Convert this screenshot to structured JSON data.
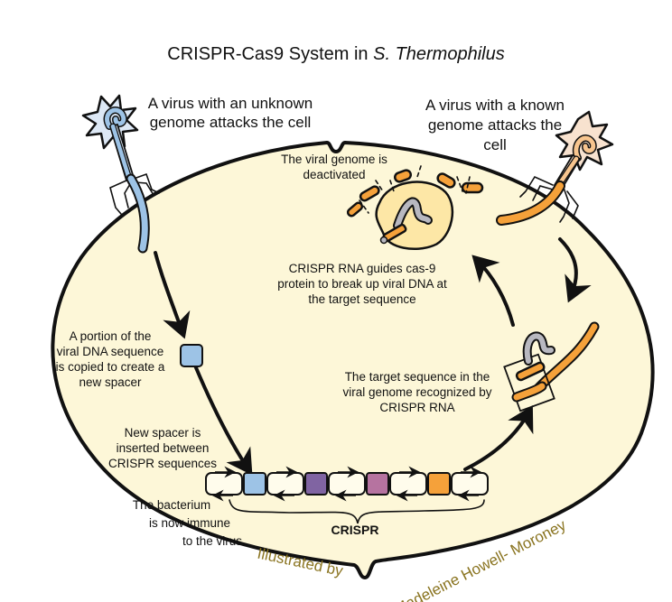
{
  "title": {
    "prefix": "CRISPR-Cas9 System in ",
    "italic": "S. Thermophilus"
  },
  "labels": {
    "unknown_virus": [
      "A virus with an unknown",
      "genome attacks the cell"
    ],
    "known_virus": [
      "A virus with a known",
      "genome attacks the",
      "cell"
    ],
    "deactivated": [
      "The viral genome is",
      "deactivated"
    ],
    "guides": [
      "CRISPR RNA guides cas-9",
      "protein to break up viral DNA at",
      "the target sequence"
    ],
    "portion": [
      "A portion of the",
      "viral DNA sequence",
      "is copied to create a",
      "new spacer"
    ],
    "target": [
      "The target sequence in the",
      "viral genome recognized by",
      "CRISPR RNA"
    ],
    "inserted": [
      "New spacer is",
      "inserted between",
      "CRISPR sequences"
    ],
    "immune": [
      "The bacterium",
      "is now immune",
      "to the virus"
    ],
    "crispr": "CRISPR",
    "credit_left": "Illustrated by",
    "credit_right": "Madeleine  Howell- Moroney"
  },
  "crispr_array": {
    "spacers": [
      {
        "name": "new-spacer",
        "color": "#9dc3e6"
      },
      {
        "name": "spacer-purple",
        "color": "#8064a2"
      },
      {
        "name": "spacer-mauve",
        "color": "#b673a0"
      },
      {
        "name": "spacer-orange",
        "color": "#f5a13a"
      }
    ]
  },
  "colors": {
    "cell_fill": "#fdf7d8",
    "unknown_virus": "#9dc3e6",
    "known_virus": "#f5a13a",
    "crispr_rna": "#b8b8c0",
    "cas9_complex": "#fde7a6",
    "credit": "#8a7420"
  }
}
